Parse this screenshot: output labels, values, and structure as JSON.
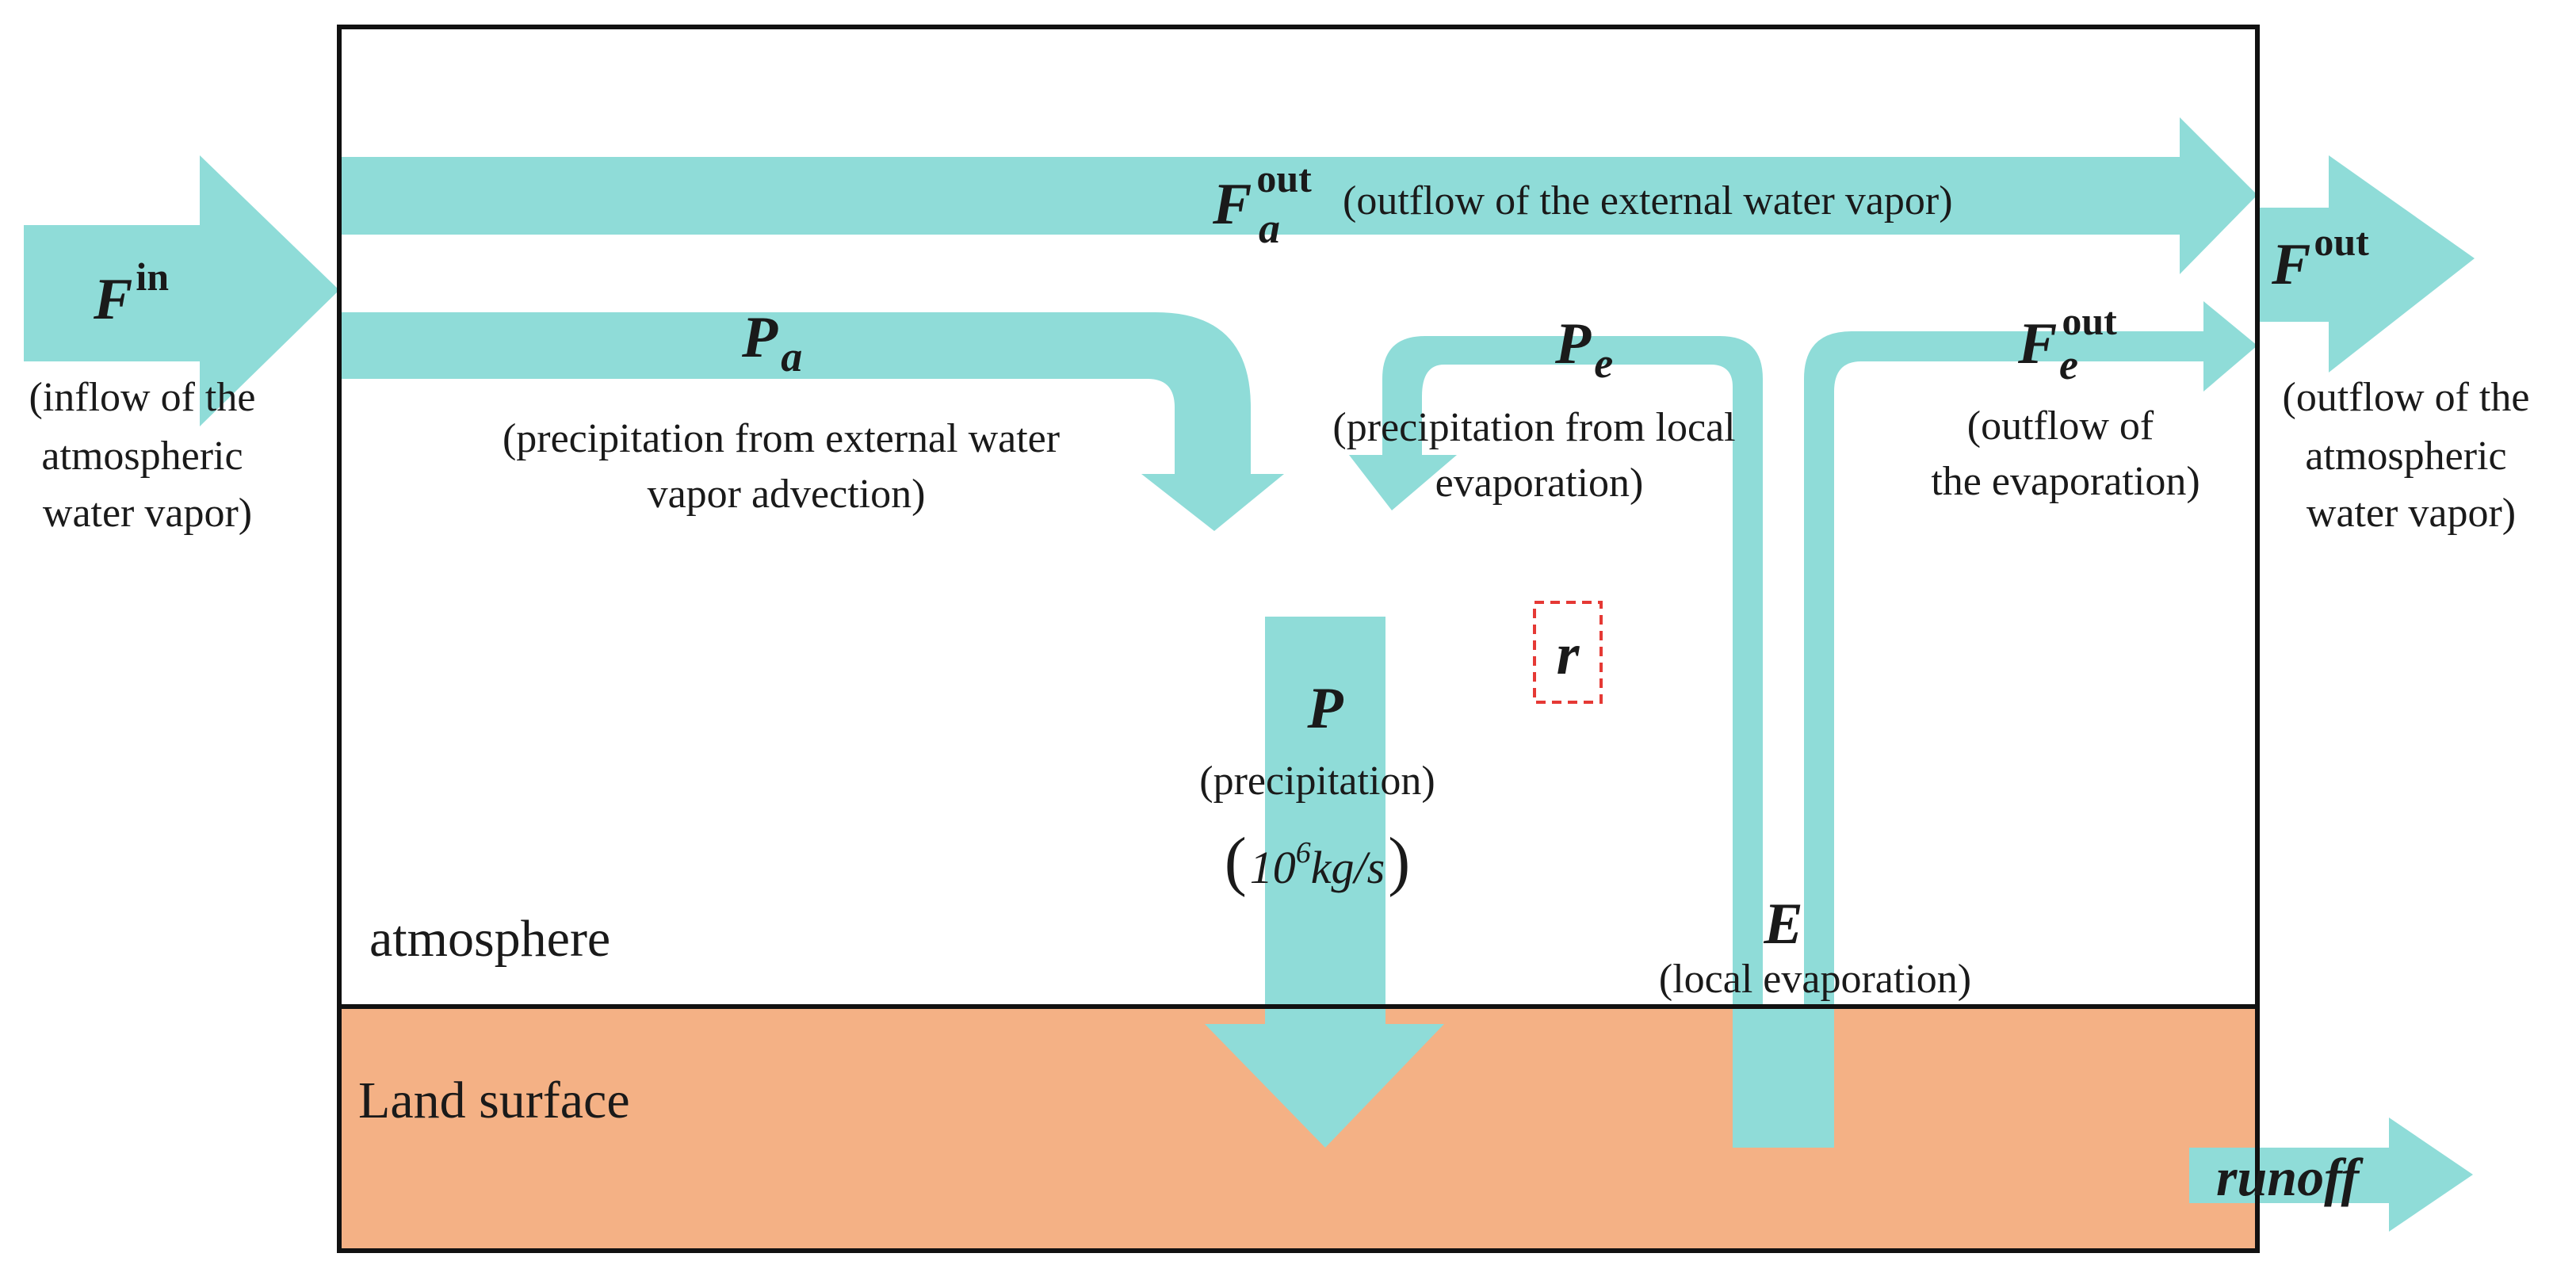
{
  "colors": {
    "flow": "#8fdcd8",
    "land": "#f4b185",
    "border": "#111111",
    "highlight_box": "#e53935"
  },
  "regions": {
    "atmosphere": "atmosphere",
    "land": "Land surface"
  },
  "flows": {
    "f_in": {
      "symbol": "F",
      "superscript": "in",
      "desc": [
        "(inflow of the",
        "atmospheric",
        "water vapor)"
      ]
    },
    "f_a_out": {
      "symbol": "F",
      "superscript": "out",
      "subscript": "a",
      "desc": "(outflow of the external water vapor)"
    },
    "f_out": {
      "symbol": "F",
      "superscript": "out",
      "desc": [
        "(outflow of the",
        "atmospheric",
        "water vapor)"
      ]
    },
    "p_a": {
      "symbol": "P",
      "subscript": "a",
      "desc": [
        "(precipitation from external water",
        "vapor advection)"
      ]
    },
    "p_e": {
      "symbol": "P",
      "subscript": "e",
      "desc": [
        "(precipitation from local",
        "evaporation)"
      ]
    },
    "f_e_out": {
      "symbol": "F",
      "superscript": "out",
      "subscript": "e",
      "desc": [
        "(outflow of",
        "the evaporation)"
      ]
    },
    "p": {
      "symbol": "P",
      "desc": "(precipitation)",
      "unit_open": "(",
      "unit_base": "10",
      "unit_exp": "6",
      "unit_rest": "kg/s",
      "unit_close": ")"
    },
    "e": {
      "symbol": "E",
      "desc": "(local evaporation)"
    },
    "r": {
      "symbol": "r"
    },
    "runoff": {
      "label": "runoff"
    }
  }
}
